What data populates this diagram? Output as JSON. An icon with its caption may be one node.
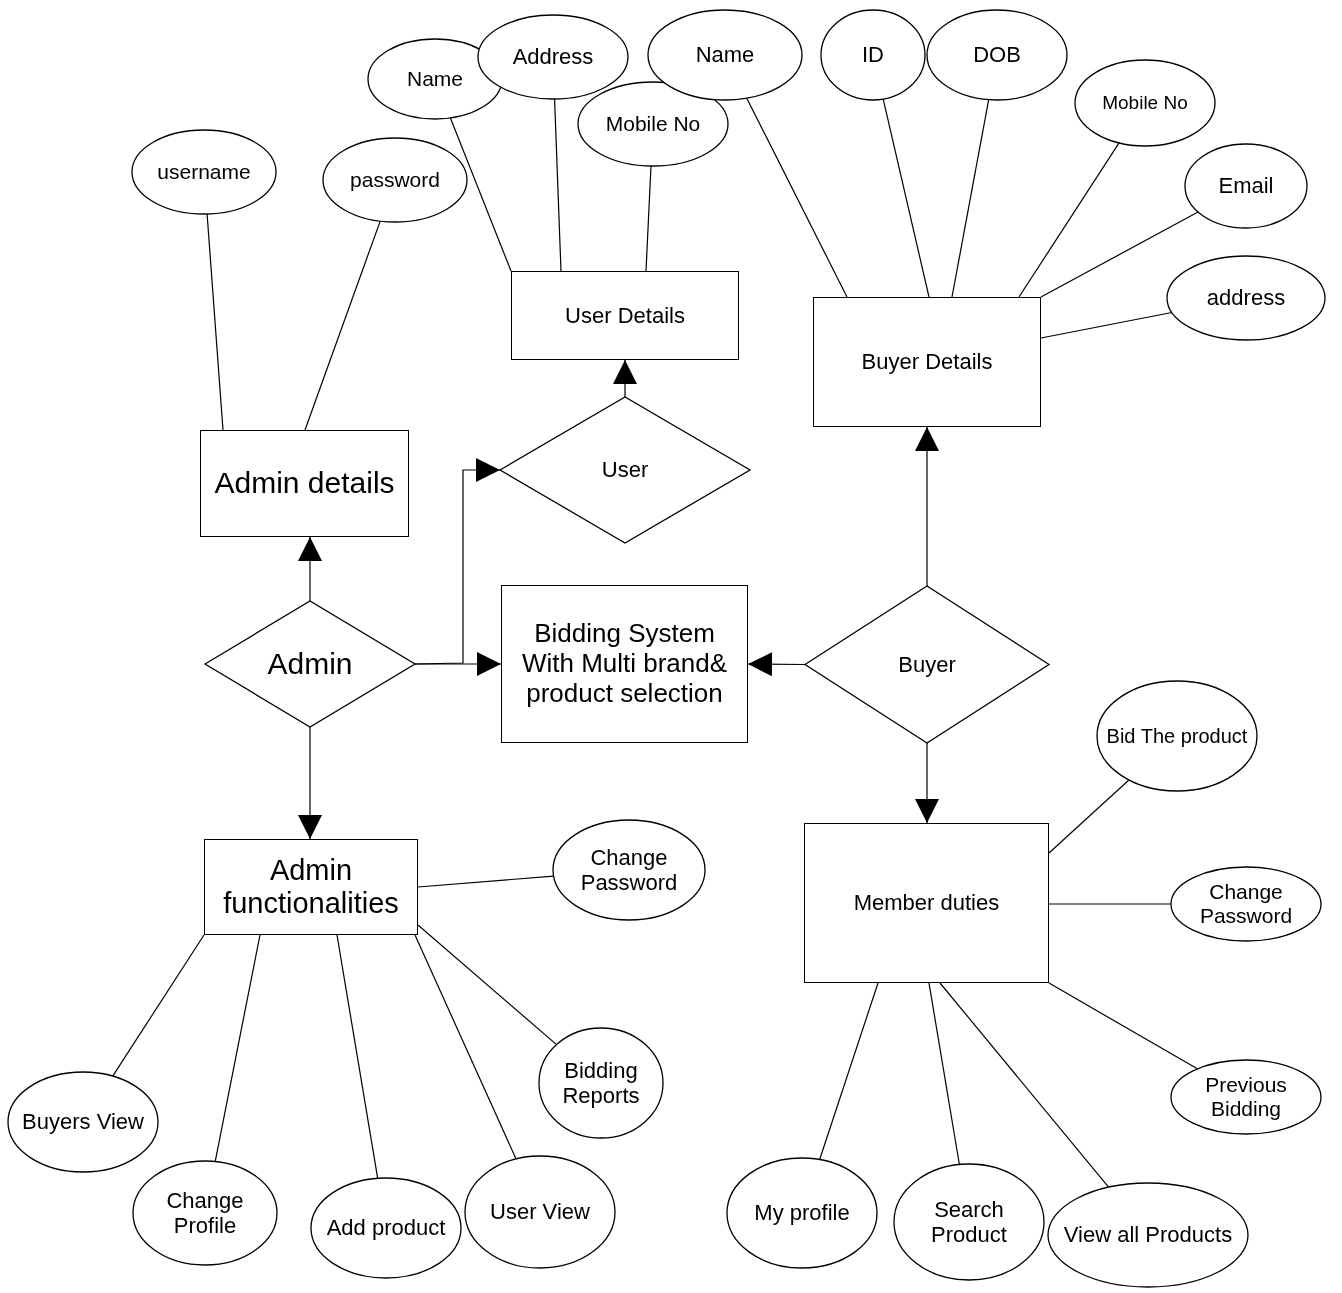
{
  "diagram": {
    "nodes": [
      {
        "text": [
          "Bidding System With Multi brand& product selection"
        ]
      },
      {
        "text": [
          "Admin"
        ]
      },
      {
        "text": [
          "Admin details"
        ]
      },
      {
        "text": [
          "username"
        ]
      },
      {
        "text": [
          "password"
        ]
      },
      {
        "text": [
          "User"
        ]
      },
      {
        "text": [
          "User Details"
        ]
      },
      {
        "text": [
          "Name"
        ]
      },
      {
        "text": [
          "Address"
        ]
      },
      {
        "text": [
          "Mobile No"
        ]
      },
      {
        "text": [
          "Buyer"
        ]
      },
      {
        "text": [
          "Buyer Details"
        ]
      },
      {
        "text": [
          "Name"
        ]
      },
      {
        "text": [
          "ID"
        ]
      },
      {
        "text": [
          "DOB"
        ]
      },
      {
        "text": [
          "Mobile No"
        ]
      },
      {
        "text": [
          "Email"
        ]
      },
      {
        "text": [
          "address"
        ]
      },
      {
        "text": [
          "Admin functionalities"
        ]
      },
      {
        "text": [
          "Change Password"
        ]
      },
      {
        "text": [
          "Buyers View"
        ]
      },
      {
        "text": [
          "Change Profile"
        ]
      },
      {
        "text": [
          "Add product"
        ]
      },
      {
        "text": [
          "User View"
        ]
      },
      {
        "text": [
          "Bidding Reports"
        ]
      },
      {
        "text": [
          "Member duties"
        ]
      },
      {
        "text": [
          "Bid The product"
        ]
      },
      {
        "text": [
          "Change Password"
        ]
      },
      {
        "text": [
          "Previous Bidding"
        ]
      },
      {
        "text": [
          "My profile"
        ]
      },
      {
        "text": [
          "Search Product"
        ]
      },
      {
        "text": [
          "View all Products"
        ]
      }
    ],
    "edges": [
      {
        "from": 1,
        "to": 2,
        "arrow": "to"
      },
      {
        "from": 1,
        "to": 0,
        "arrow": "to"
      },
      {
        "from": 1,
        "to": 5,
        "arrow": "to"
      },
      {
        "from": 1,
        "to": 18,
        "arrow": "to"
      },
      {
        "from": 5,
        "to": 6,
        "arrow": "to"
      },
      {
        "from": 10,
        "to": 11,
        "arrow": "to"
      },
      {
        "from": 10,
        "to": 0,
        "arrow": "to"
      },
      {
        "from": 10,
        "to": 25,
        "arrow": "to"
      },
      {
        "from": 3,
        "to": 2,
        "arrow": "none"
      },
      {
        "from": 4,
        "to": 2,
        "arrow": "none"
      },
      {
        "from": 7,
        "to": 6,
        "arrow": "none"
      },
      {
        "from": 8,
        "to": 6,
        "arrow": "none"
      },
      {
        "from": 9,
        "to": 6,
        "arrow": "none"
      },
      {
        "from": 12,
        "to": 11,
        "arrow": "none"
      },
      {
        "from": 13,
        "to": 11,
        "arrow": "none"
      },
      {
        "from": 14,
        "to": 11,
        "arrow": "none"
      },
      {
        "from": 15,
        "to": 11,
        "arrow": "none"
      },
      {
        "from": 16,
        "to": 11,
        "arrow": "none"
      },
      {
        "from": 17,
        "to": 11,
        "arrow": "none"
      },
      {
        "from": 19,
        "to": 18,
        "arrow": "none"
      },
      {
        "from": 20,
        "to": 18,
        "arrow": "none"
      },
      {
        "from": 21,
        "to": 18,
        "arrow": "none"
      },
      {
        "from": 22,
        "to": 18,
        "arrow": "none"
      },
      {
        "from": 23,
        "to": 18,
        "arrow": "none"
      },
      {
        "from": 24,
        "to": 18,
        "arrow": "none"
      },
      {
        "from": 26,
        "to": 25,
        "arrow": "none"
      },
      {
        "from": 27,
        "to": 25,
        "arrow": "none"
      },
      {
        "from": 28,
        "to": 25,
        "arrow": "none"
      },
      {
        "from": 29,
        "to": 25,
        "arrow": "none"
      },
      {
        "from": 30,
        "to": 25,
        "arrow": "none"
      },
      {
        "from": 31,
        "to": 25,
        "arrow": "none"
      }
    ]
  }
}
